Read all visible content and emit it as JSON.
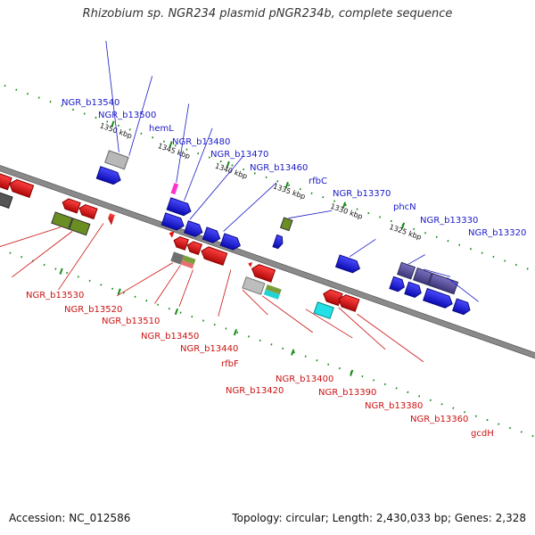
{
  "header": {
    "title": "Rhizobium sp. NGR234 plasmid pNGR234b, complete sequence"
  },
  "footer": {
    "accession": "Accession: NC_012586",
    "summary": "Topology: circular; Length: 2,430,033 bp; Genes: 2,328"
  },
  "scale": {
    "ticks": [
      "1350 kbp",
      "1345 kbp",
      "1340 kbp",
      "1335 kbp",
      "1330 kbp",
      "1325 kbp"
    ]
  },
  "genes_top": [
    "NGR_b13540",
    "NGR_b13500",
    "hemL",
    "NGR_b13480",
    "NGR_b13470",
    "NGR_b13460",
    "rfbC",
    "NGR_b13370",
    "phcN",
    "NGR_b13330",
    "NGR_b13320"
  ],
  "genes_bottom": [
    "NGR_b13530",
    "NGR_b13520",
    "NGR_b13510",
    "NGR_b13450",
    "NGR_b13440",
    "rfbF",
    "NGR_b13420",
    "NGR_b13400",
    "NGR_b13390",
    "NGR_b13380",
    "NGR_b13360",
    "gcdH"
  ],
  "colors": {
    "forward": "#1414e6",
    "reverse": "#e60f0f",
    "backbone": "#888888",
    "tick_dots": "#1a8c1a",
    "label_blue": "#1a1ac8",
    "label_red": "#cc1111"
  }
}
